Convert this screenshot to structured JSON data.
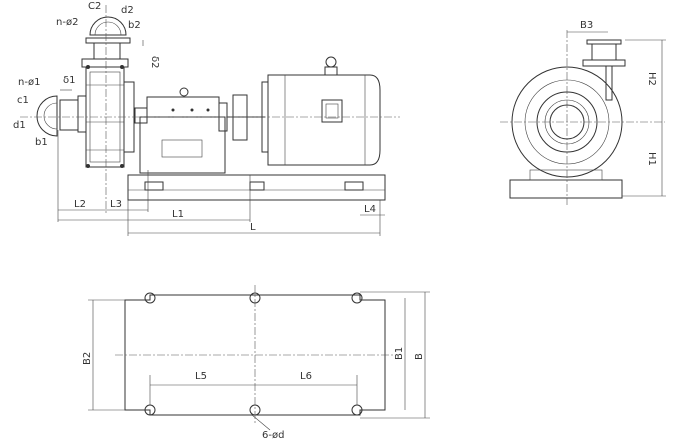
{
  "labels": {
    "c2": "C2",
    "d2": "d2",
    "n_phi2": "n-ø2",
    "b2": "b2",
    "delta2": "δ2",
    "n_phi1": "n-ø1",
    "delta1": "δ1",
    "c1": "c1",
    "d1": "d1",
    "b1": "b1",
    "l2": "L2",
    "l3": "L3",
    "l1": "L1",
    "l": "L",
    "l4": "L4",
    "b3": "B3",
    "h2": "H2",
    "h1": "H1",
    "b2_width": "B2",
    "b1_width": "B1",
    "b_width": "B",
    "l5": "L5",
    "l6": "L6",
    "holes": "6-ød"
  }
}
